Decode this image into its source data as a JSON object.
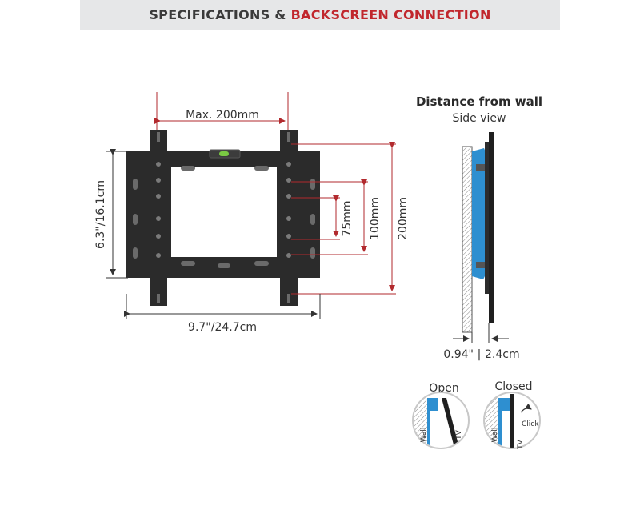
{
  "header": {
    "title_part1": "SPECIFICATIONS & ",
    "title_part2": "BACKSCREEN CONNECTION",
    "accent_color": "#c1272d",
    "band_color": "#e6e7e8"
  },
  "front_view": {
    "max_spacing_label": "Max. 200mm",
    "height_label": "6.3\"/16.1cm",
    "width_label": "9.7\"/24.7cm",
    "vesa_75_label": "75mm",
    "vesa_100_label": "100mm",
    "vesa_200_label": "200mm",
    "bracket_color": "#2b2b2b",
    "level_color": "#7ac943"
  },
  "side_view": {
    "title": "Distance from wall",
    "subtitle": "Side view",
    "depth_label_in": "0.94\"",
    "depth_label_cm": "2.4cm",
    "plate_color": "#2e8fd0"
  },
  "states": {
    "open_label": "Open",
    "closed_label": "Closed",
    "wall_label": "Wall",
    "tv_label": "TV",
    "click_label": "Click"
  }
}
